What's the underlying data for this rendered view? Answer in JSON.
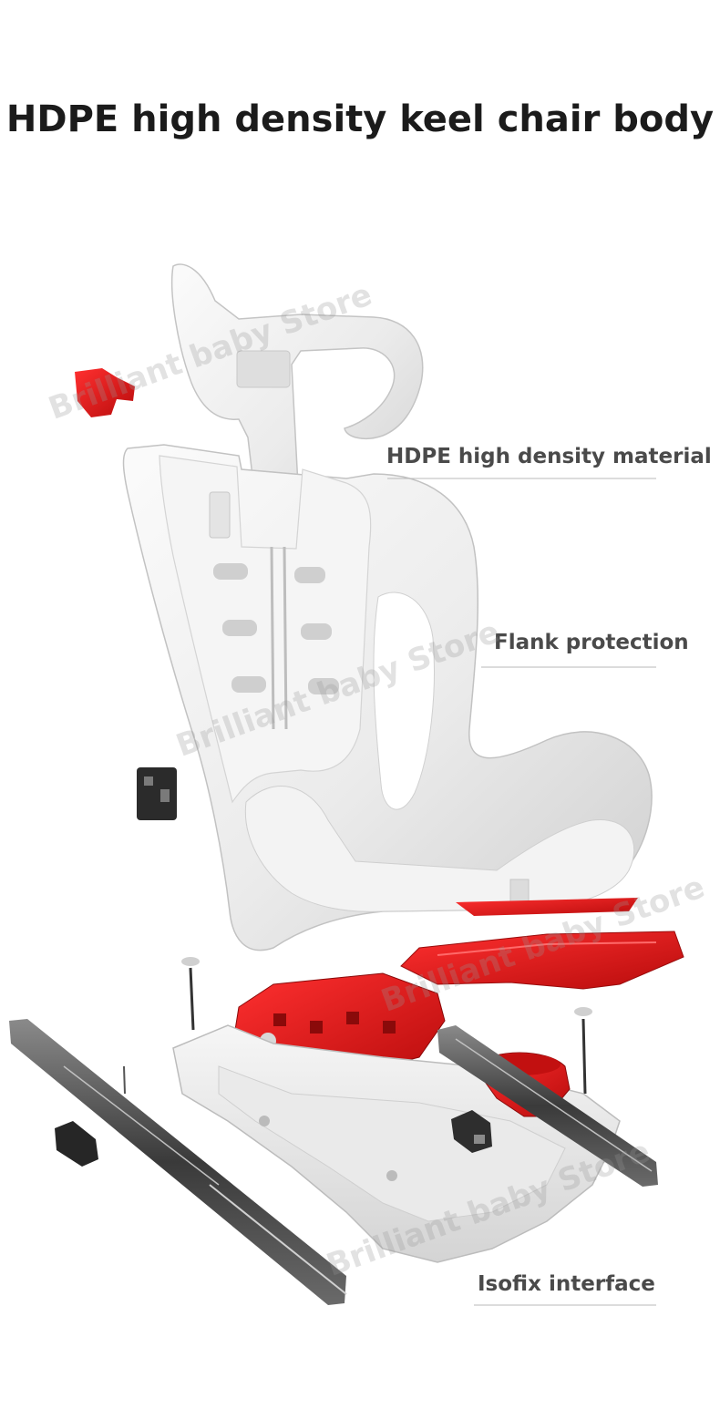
{
  "page": {
    "title": "HDPE high density keel chair body"
  },
  "callouts": [
    {
      "label": "HDPE high density material"
    },
    {
      "label": "Flank protection"
    },
    {
      "label": "Isofix interface"
    }
  ],
  "watermarks": [
    {
      "text": "Brilliant baby Store"
    },
    {
      "text": "Brilliant baby Store"
    },
    {
      "text": "Brilliant baby Store"
    },
    {
      "text": "Brilliant baby Store"
    }
  ],
  "colors": {
    "title": "#1b1b1b",
    "callout_text": "#4a4a4a",
    "shell": "#ececec",
    "accent_red": "#e01818"
  }
}
